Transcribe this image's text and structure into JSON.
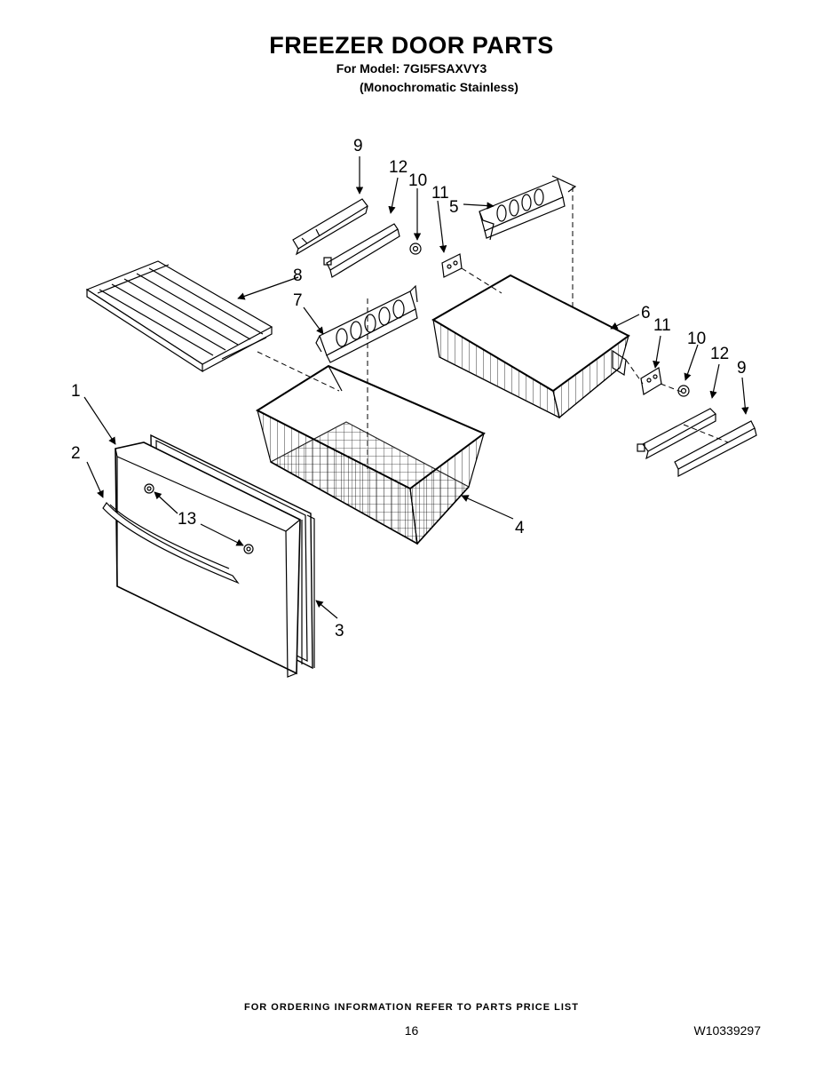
{
  "header": {
    "title": "FREEZER DOOR PARTS",
    "model_line": "For Model: 7GI5FSAXVY3",
    "variant_line": "(Monochromatic Stainless)"
  },
  "callouts": [
    "1",
    "2",
    "3",
    "4",
    "5",
    "6",
    "7",
    "8",
    "9",
    "10",
    "11",
    "12",
    "13"
  ],
  "footer": {
    "ordering_note": "FOR ORDERING INFORMATION REFER TO PARTS PRICE LIST",
    "page_number": "16",
    "document_number": "W10339297"
  }
}
